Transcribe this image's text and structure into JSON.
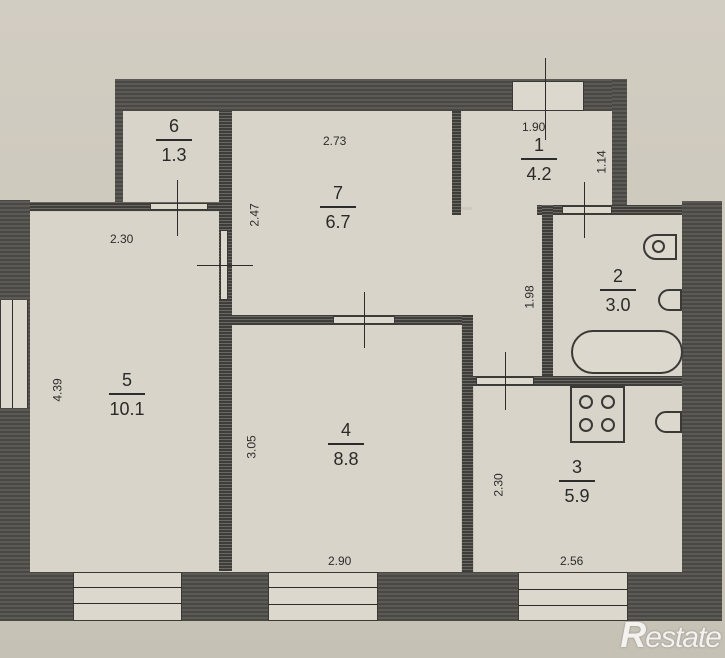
{
  "plan": {
    "rooms": [
      {
        "id": "1",
        "number": "1",
        "area": "4.2",
        "type": "hallway"
      },
      {
        "id": "2",
        "number": "2",
        "area": "3.0",
        "type": "bathroom"
      },
      {
        "id": "3",
        "number": "3",
        "area": "5.9",
        "type": "kitchen"
      },
      {
        "id": "4",
        "number": "4",
        "area": "8.8",
        "type": "room"
      },
      {
        "id": "5",
        "number": "5",
        "area": "10.1",
        "type": "room"
      },
      {
        "id": "6",
        "number": "6",
        "area": "1.3",
        "type": "storage"
      },
      {
        "id": "7",
        "number": "7",
        "area": "6.7",
        "type": "corridor"
      }
    ],
    "dimensions": {
      "room1_width": "1.90",
      "room1_height": "1.14",
      "room7_width": "2.73",
      "room7_height": "2.47",
      "corridor_height": "1.98",
      "room5_width": "2.30",
      "room5_height": "4.39",
      "room4_width": "2.90",
      "room4_height": "3.05",
      "room3_width": "2.56",
      "room3_height": "2.30"
    }
  },
  "watermark": {
    "brand_initial": "R",
    "brand_rest": "estate"
  }
}
